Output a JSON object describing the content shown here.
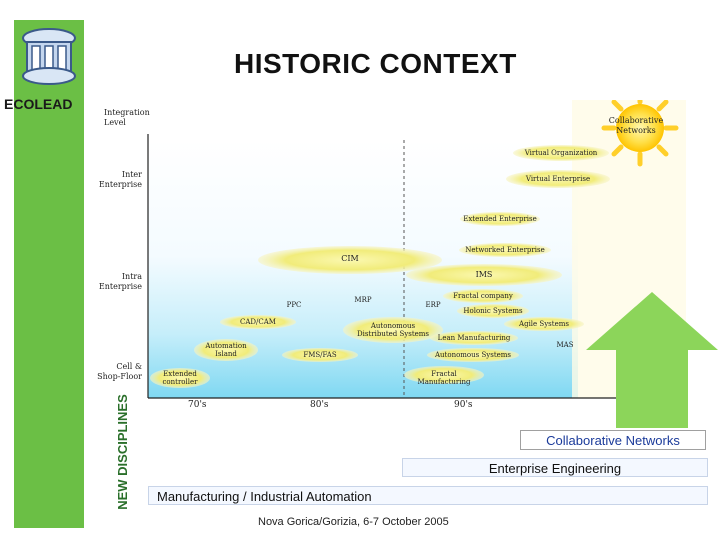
{
  "brand": "ECOLEAD",
  "title": "HISTORIC CONTEXT",
  "side_label": "NEW DISCIPLINES",
  "y_axis": {
    "title_line1": "Integration",
    "title_line2": "Level",
    "levels": [
      {
        "l1": "Inter",
        "l2": "Enterprise"
      },
      {
        "l1": "Intra",
        "l2": "Enterprise"
      },
      {
        "l1": "Cell &",
        "l2": "Shop-Floor"
      }
    ]
  },
  "x_axis": {
    "ticks": [
      "70's",
      "80's",
      "90's"
    ]
  },
  "diagram_labels": {
    "collab_networks_sun": "Collaborative Networks",
    "virtual_organization": "Virtual Organization",
    "virtual_enterprise": "Virtual Enterprise",
    "extended_enterprise": "Extended Enterprise",
    "networked_enterprise": "Networked Enterprise",
    "cim": "CIM",
    "ims": "IMS",
    "fractal_company": "Fractal company",
    "holonic_systems": "Holonic Systems",
    "agile_systems": "Agile Systems",
    "lean_manufacturing": "Lean Manufacturing",
    "autonomous_systems": "Autonomous Systems",
    "fractal_manufacturing": "Fractal Manufacturing",
    "ppc": "PPC",
    "mrp": "MRP",
    "erp": "ERP",
    "cadcam": "CAD/CAM",
    "autonomous_distributed": "Autonomous Distributed Systems",
    "automation_island": "Automation Island",
    "fmsfas": "FMS/FAS",
    "extended_controller": "Extended controller",
    "mas": "MAS"
  },
  "bands": {
    "collaborative": "Collaborative Networks",
    "enterprise": "Enterprise Engineering",
    "manufacturing": "Manufacturing / Industrial Automation"
  },
  "footer": "Nova Gorica/Gorizia, 6-7 October 2005",
  "colors": {
    "sidebar": "#6bbf45",
    "arrow": "#8cd55a",
    "band_blue": "#1a3a9a",
    "chart_bg_top": "#ffffff",
    "chart_bg_bottom": "#8fe0f5"
  }
}
